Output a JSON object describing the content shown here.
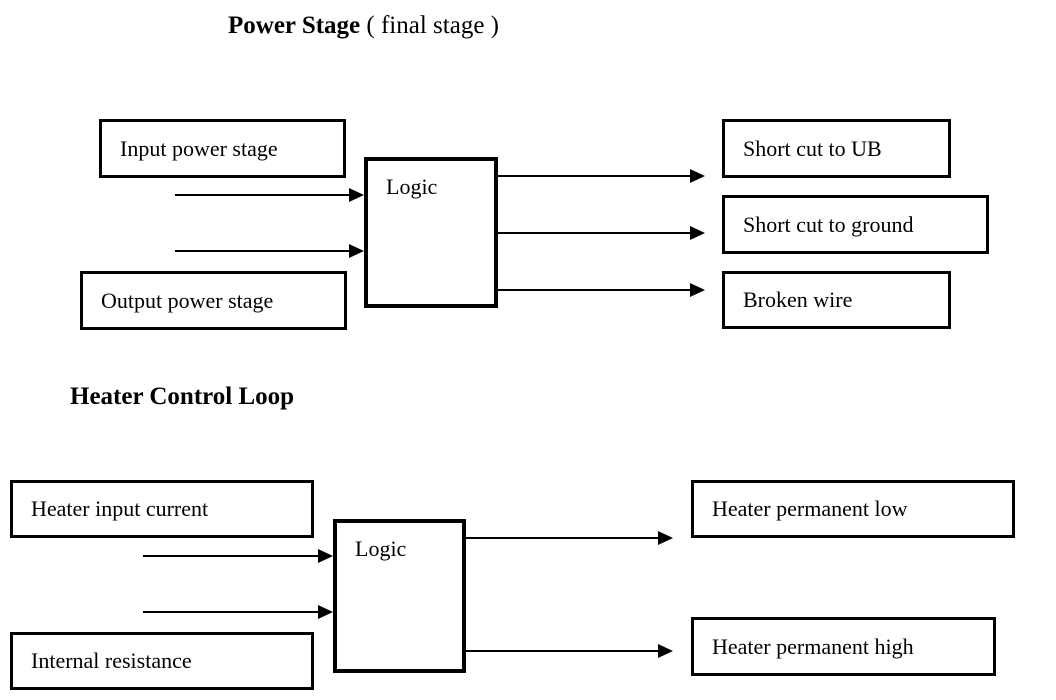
{
  "colors": {
    "ink": "#000000",
    "background": "#ffffff"
  },
  "power_stage": {
    "title_bold": "Power Stage",
    "title_suffix": " ( final stage )",
    "logic_label": "Logic",
    "inputs": [
      "Input power stage",
      "Output power stage"
    ],
    "outputs": [
      "Short cut to UB",
      "Short cut to ground",
      "Broken wire"
    ]
  },
  "heater_loop": {
    "title_bold": "Heater Control Loop",
    "logic_label": "Logic",
    "inputs": [
      "Heater input current",
      "Internal resistance"
    ],
    "outputs": [
      "Heater permanent low",
      "Heater permanent high"
    ]
  }
}
